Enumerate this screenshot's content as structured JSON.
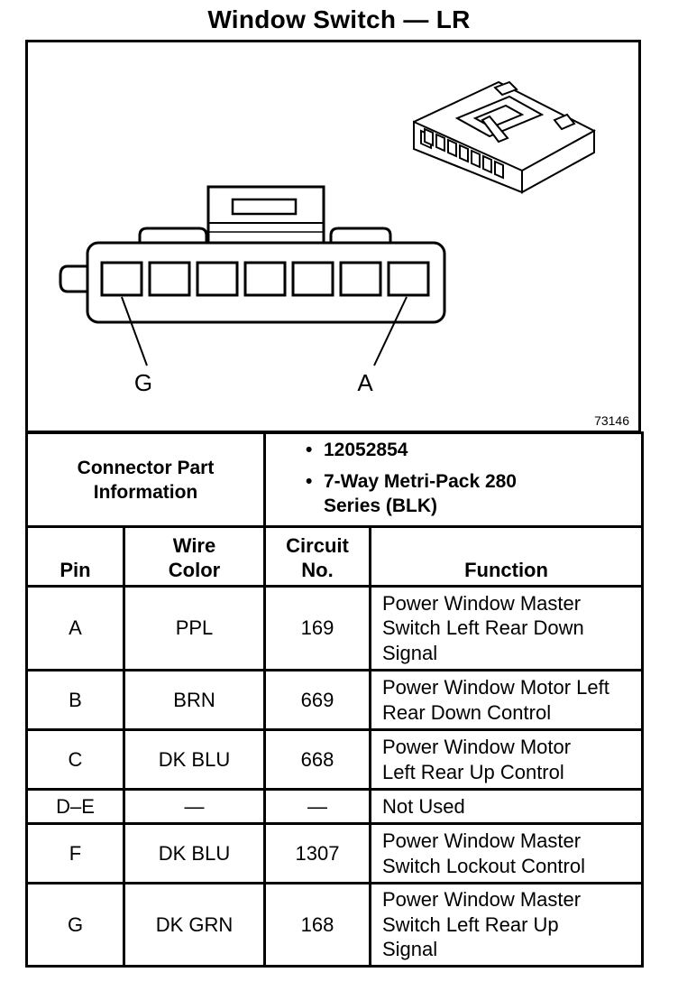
{
  "title": "Window Switch — LR",
  "figure": {
    "pin_label_left": "G",
    "pin_label_right": "A",
    "figure_number": "73146"
  },
  "connector_info": {
    "label": "Connector Part Information",
    "items": [
      "12052854",
      "7-Way Metri-Pack 280 Series (BLK)"
    ]
  },
  "table": {
    "headers": {
      "pin": "Pin",
      "wire_color": "Wire Color",
      "circuit_no": "Circuit No.",
      "function": "Function"
    },
    "rows": [
      {
        "pin": "A",
        "wire_color": "PPL",
        "circuit": "169",
        "function": "Power Window Master Switch Left Rear Down Signal"
      },
      {
        "pin": "B",
        "wire_color": "BRN",
        "circuit": "669",
        "function": "Power Window Motor Left Rear Down Control"
      },
      {
        "pin": "C",
        "wire_color": "DK BLU",
        "circuit": "668",
        "function": "Power Window Motor Left Rear Up Control"
      },
      {
        "pin": "D–E",
        "wire_color": "—",
        "circuit": "—",
        "function": "Not Used"
      },
      {
        "pin": "F",
        "wire_color": "DK BLU",
        "circuit": "1307",
        "function": "Power Window Master Switch Lockout Control"
      },
      {
        "pin": "G",
        "wire_color": "DK GRN",
        "circuit": "168",
        "function": "Power Window Master Switch Left Rear Up Signal"
      }
    ]
  }
}
